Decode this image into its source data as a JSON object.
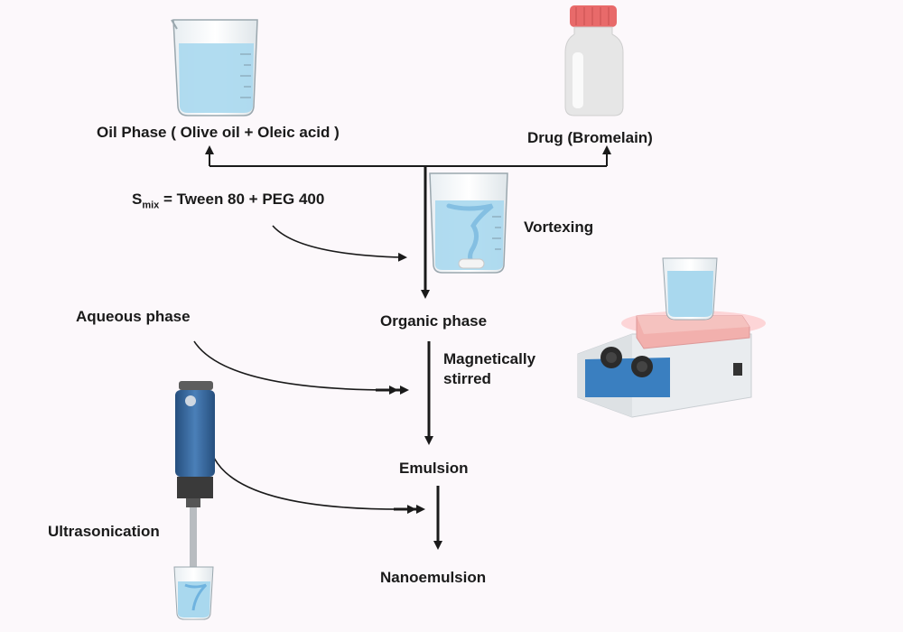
{
  "labels": {
    "oil_phase": "Oil Phase ( Olive oil + Oleic acid )",
    "drug": "Drug (Bromelain)",
    "smix_s": "S",
    "smix_sub": "mix",
    "smix_rest": " = Tween 80 + PEG 400",
    "vortexing": "Vortexing",
    "organic_phase": "Organic phase",
    "aqueous_phase": "Aqueous phase",
    "magnetically_stirred_1": "Magnetically",
    "magnetically_stirred_2": "stirred",
    "emulsion": "Emulsion",
    "ultrasonication": "Ultrasonication",
    "nanoemulsion": "Nanoemulsion"
  },
  "icons": [
    "beaker-oil-icon",
    "drug-bottle-icon",
    "vortex-beaker-icon",
    "magnetic-stirrer-icon",
    "ultrasonic-homogenizer-icon"
  ],
  "colors": {
    "liquid": "#a9d8ee",
    "bottle_cap": "#e86a6a",
    "stirrer_panel": "#3a7fc0",
    "hotplate": "#f2b0ad",
    "homogenizer": "#2f5f96"
  }
}
